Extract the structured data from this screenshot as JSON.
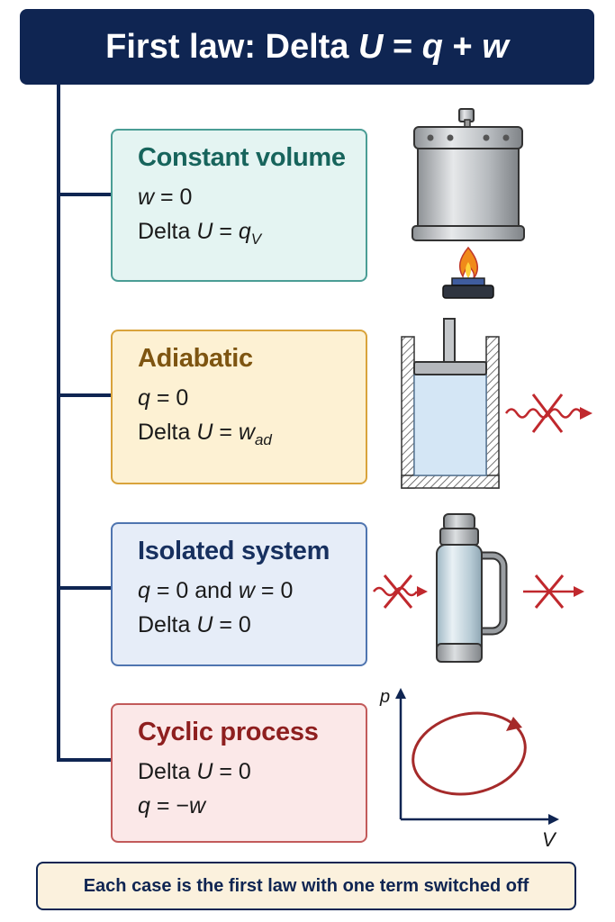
{
  "title": {
    "prefix": "First law:  Delta ",
    "u": "U",
    "eq": " = ",
    "q": "q",
    "plus": " + ",
    "w": "w"
  },
  "cases": {
    "constant_volume": {
      "heading": "Constant volume",
      "line1": {
        "var": "w",
        "rest": " = 0"
      },
      "line2": {
        "pre": "Delta ",
        "var": "U",
        "eq": " = ",
        "var2": "q",
        "sub": "V"
      }
    },
    "adiabatic": {
      "heading": "Adiabatic",
      "line1": {
        "var": "q",
        "rest": " = 0"
      },
      "line2": {
        "pre": "Delta ",
        "var": "U",
        "eq": " = ",
        "var2": "w",
        "sub": "ad"
      }
    },
    "isolated": {
      "heading": "Isolated system",
      "line1": {
        "var": "q",
        "mid": " = 0 and ",
        "var2": "w",
        "rest": " = 0"
      },
      "line2": {
        "pre": "Delta ",
        "var": "U",
        "rest": " = 0"
      }
    },
    "cyclic": {
      "heading": "Cyclic process",
      "line1": {
        "pre": "Delta ",
        "var": "U",
        "rest": " = 0"
      },
      "line2": {
        "var": "q",
        "eq": " = −",
        "var2": "w"
      }
    }
  },
  "pv_diagram": {
    "y_label": "p",
    "x_label": "V"
  },
  "footer": "Each case is the first law with one term switched off",
  "colors": {
    "navy": "#0f2552",
    "teal": "#17645c",
    "amber": "#7e5511",
    "blue": "#17305f",
    "red": "#8e1f1f",
    "cross": "#c0282d"
  }
}
